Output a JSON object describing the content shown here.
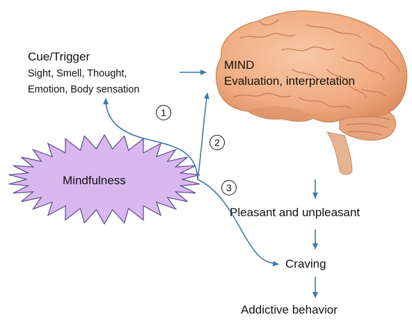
{
  "cue": {
    "title": "Cue/Trigger",
    "line1": "Sight, Smell, Thought,",
    "line2": "Emotion, Body sensation"
  },
  "mind": {
    "title": "MIND",
    "subtitle": "Evaluation, interpretation"
  },
  "mindfulness": {
    "label": "Mindfulness",
    "fill_color": "#d9b8f0"
  },
  "steps": [
    "1",
    "2",
    "3"
  ],
  "outcomes": {
    "pleasant": "Pleasant and unpleasant",
    "craving": "Craving",
    "addictive": "Addictive behavior"
  },
  "colors": {
    "arrow": "#3f77a8",
    "brain_main": "#f0b088",
    "brain_shadow": "#d98d63",
    "cerebellum": "#e8a47a",
    "stem": "#e7b491"
  }
}
